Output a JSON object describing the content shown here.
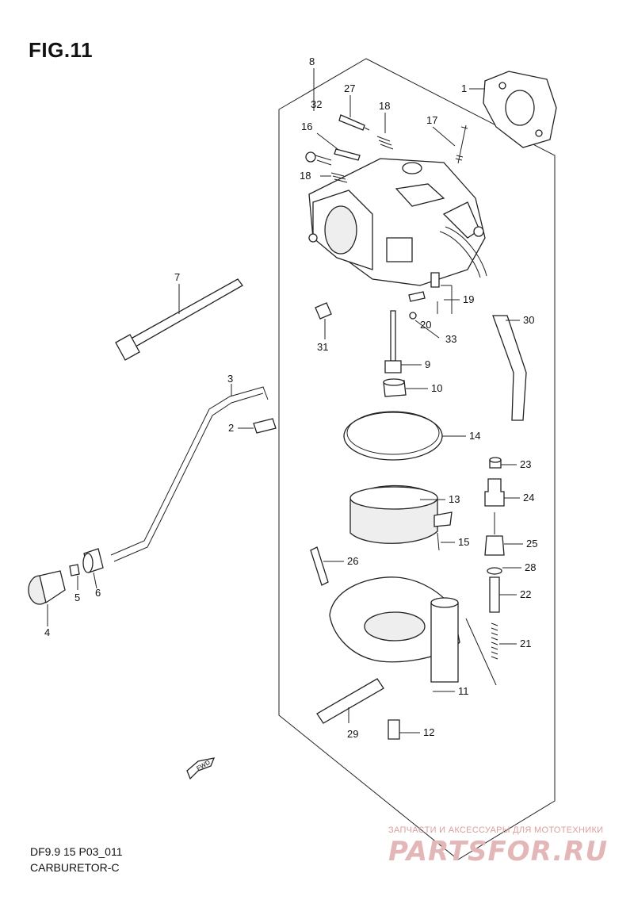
{
  "figure": {
    "title": "FIG.11",
    "model_code": "DF9.9 15 P03_011",
    "caption": "CARBURETOR-C"
  },
  "callouts": [
    {
      "id": "c1",
      "label": "1"
    },
    {
      "id": "c2",
      "label": "2"
    },
    {
      "id": "c3",
      "label": "3"
    },
    {
      "id": "c4",
      "label": "4"
    },
    {
      "id": "c5",
      "label": "5"
    },
    {
      "id": "c6",
      "label": "6"
    },
    {
      "id": "c7",
      "label": "7"
    },
    {
      "id": "c8",
      "label": "8"
    },
    {
      "id": "c9",
      "label": "9"
    },
    {
      "id": "c10",
      "label": "10"
    },
    {
      "id": "c11",
      "label": "11"
    },
    {
      "id": "c12",
      "label": "12"
    },
    {
      "id": "c13",
      "label": "13"
    },
    {
      "id": "c14",
      "label": "14"
    },
    {
      "id": "c15",
      "label": "15"
    },
    {
      "id": "c16",
      "label": "16"
    },
    {
      "id": "c17",
      "label": "17"
    },
    {
      "id": "c18a",
      "label": "18"
    },
    {
      "id": "c18b",
      "label": "18"
    },
    {
      "id": "c19",
      "label": "19"
    },
    {
      "id": "c20",
      "label": "20"
    },
    {
      "id": "c21",
      "label": "21"
    },
    {
      "id": "c22",
      "label": "22"
    },
    {
      "id": "c23",
      "label": "23"
    },
    {
      "id": "c24",
      "label": "24"
    },
    {
      "id": "c25",
      "label": "25"
    },
    {
      "id": "c26",
      "label": "26"
    },
    {
      "id": "c27",
      "label": "27"
    },
    {
      "id": "c28",
      "label": "28"
    },
    {
      "id": "c29",
      "label": "29"
    },
    {
      "id": "c30",
      "label": "30"
    },
    {
      "id": "c31",
      "label": "31"
    },
    {
      "id": "c32",
      "label": "32"
    },
    {
      "id": "c33",
      "label": "33"
    }
  ],
  "fwd_label": "FWD",
  "watermark": {
    "tagline": "ЗАПЧАСТИ И АКСЕССУАРЫ ДЛЯ МОТОТЕХНИКИ",
    "brand": "PARTSFOR.RU"
  }
}
